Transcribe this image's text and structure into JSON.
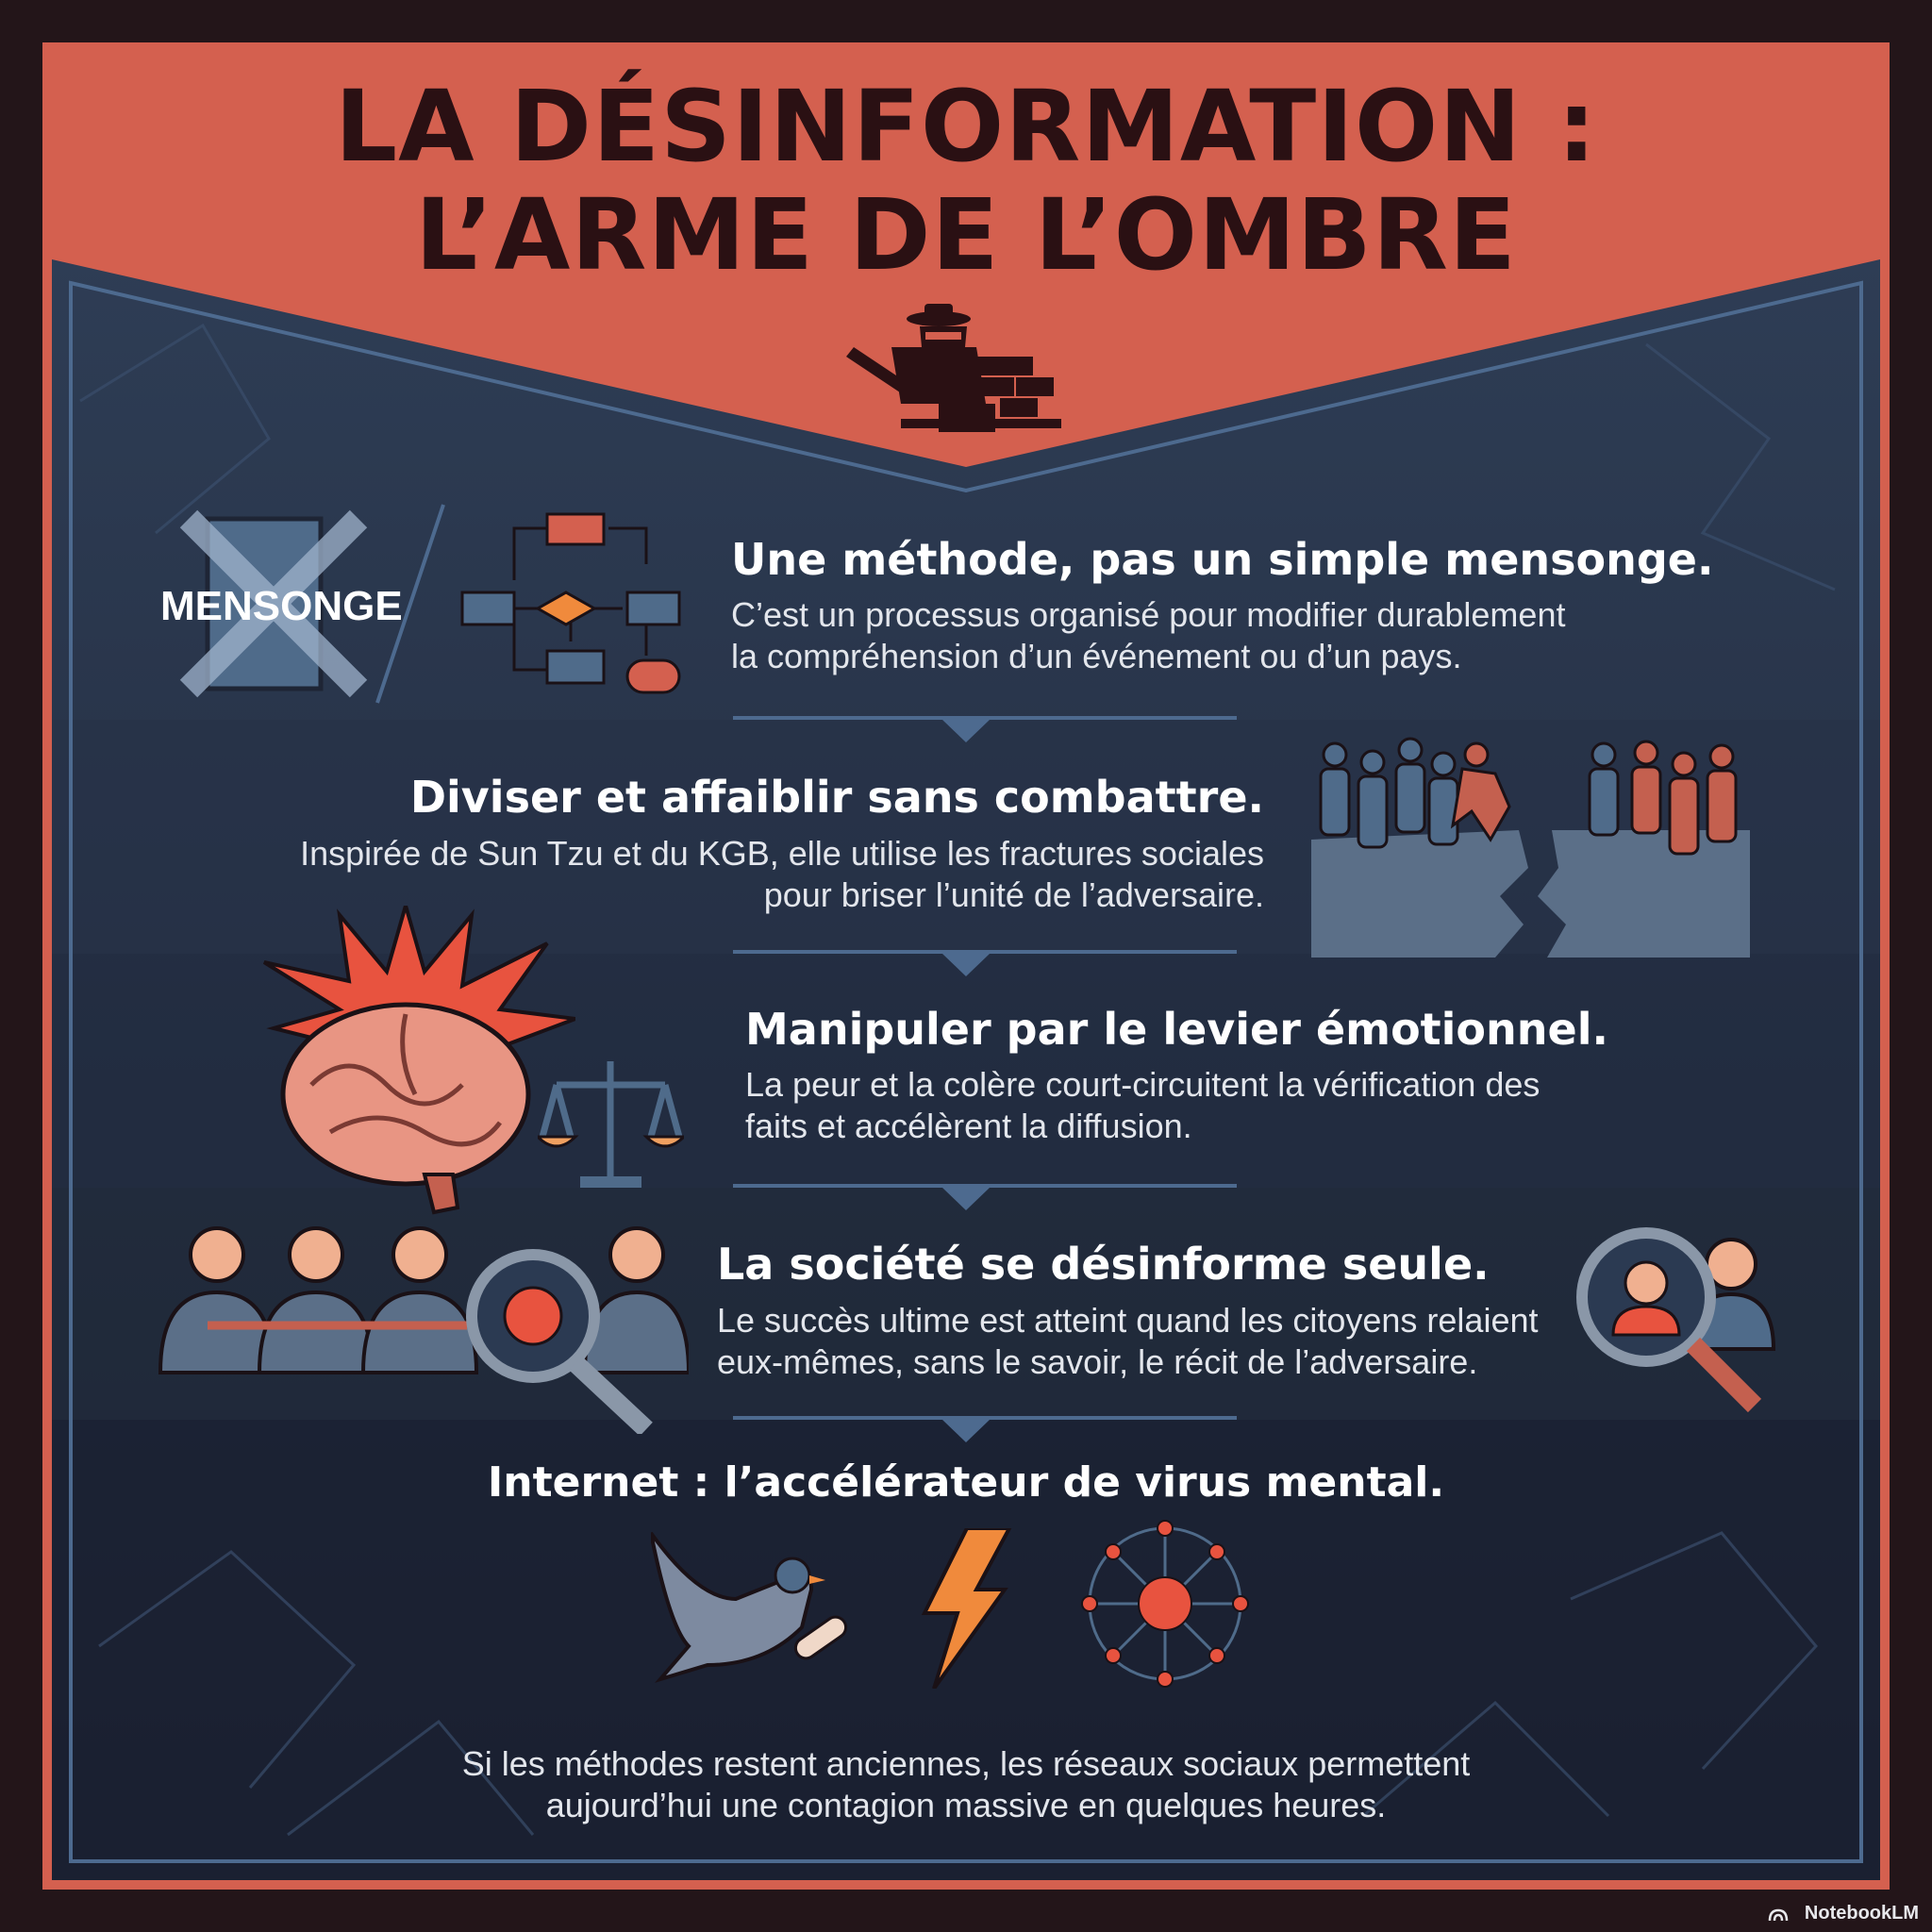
{
  "title": {
    "line1": "LA DÉSINFORMATION :",
    "line2": "L’ARME DE L’OMBRE"
  },
  "sections": [
    {
      "heading": "Une méthode, pas un simple mensonge.",
      "body_line1": "C’est un processus organisé pour modifier durablement",
      "body_line2": "la compréhension d’un événement ou d’un pays.",
      "icon_label": "MENSONGE"
    },
    {
      "heading": "Diviser et affaiblir sans combattre.",
      "body_line1": "Inspirée de Sun Tzu et du KGB, elle utilise les fractures sociales",
      "body_line2": "pour briser l’unité de l’adversaire."
    },
    {
      "heading": "Manipuler par le levier émotionnel.",
      "body_line1": "La peur et la colère court-circuitent la vérification des",
      "body_line2": "faits et accélèrent la diffusion."
    },
    {
      "heading": "La société se désinforme seule.",
      "body_line1": "Le succès ultime est atteint quand les citoyens relaient",
      "body_line2": "eux-mêmes, sans le savoir, le récit de l’adversaire."
    },
    {
      "heading": "Internet : l’accélérateur de virus mental.",
      "body_line1": "Si les méthodes restent anciennes, les réseaux sociaux permettent",
      "body_line2": "aujourd’hui une contagion massive en quelques heures."
    }
  ],
  "brand": "NotebookLM",
  "colors": {
    "outer_bg": "#231519",
    "accent_red": "#d4604f",
    "panel_blue": "#2b3a52",
    "panel_dark": "#1e2535",
    "title_text": "#2a1013",
    "icon_blue": "#4f6b8a",
    "icon_orange": "#f08a3c"
  },
  "icons": [
    "spy-sword-wall-icon",
    "crossed-lie-document-icon",
    "flowchart-icon",
    "divided-crowd-cliff-icon",
    "exploding-brain-icon",
    "scales-icon",
    "chained-people-virus-icon",
    "person-magnifier-icon",
    "pigeon-scroll-icon",
    "lightning-icon",
    "virus-network-icon"
  ]
}
